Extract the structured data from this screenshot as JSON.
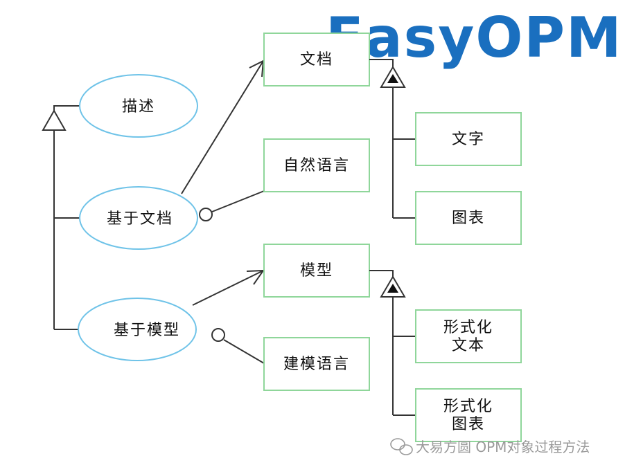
{
  "logo": {
    "text": "EasyOPM",
    "color": "#1a6fbf"
  },
  "watermark": {
    "text": "大易方圆 OPM对象过程方法",
    "icon": "chat-bubble-icon"
  },
  "colors": {
    "ellipse_stroke": "#6fc3e8",
    "box_stroke": "#8fd69a",
    "line": "#333333"
  },
  "ellipses": {
    "describe": "描述",
    "doc_based": "基于文档",
    "model_based": "基于模型"
  },
  "boxes": {
    "document": "文档",
    "natural_language": "自然语言",
    "text": "文字",
    "chart": "图表",
    "model": "模型",
    "modeling_language": "建模语言",
    "formal_text_line1": "形式化",
    "formal_text_line2": "文本",
    "formal_chart_line1": "形式化",
    "formal_chart_line2": "图表"
  }
}
